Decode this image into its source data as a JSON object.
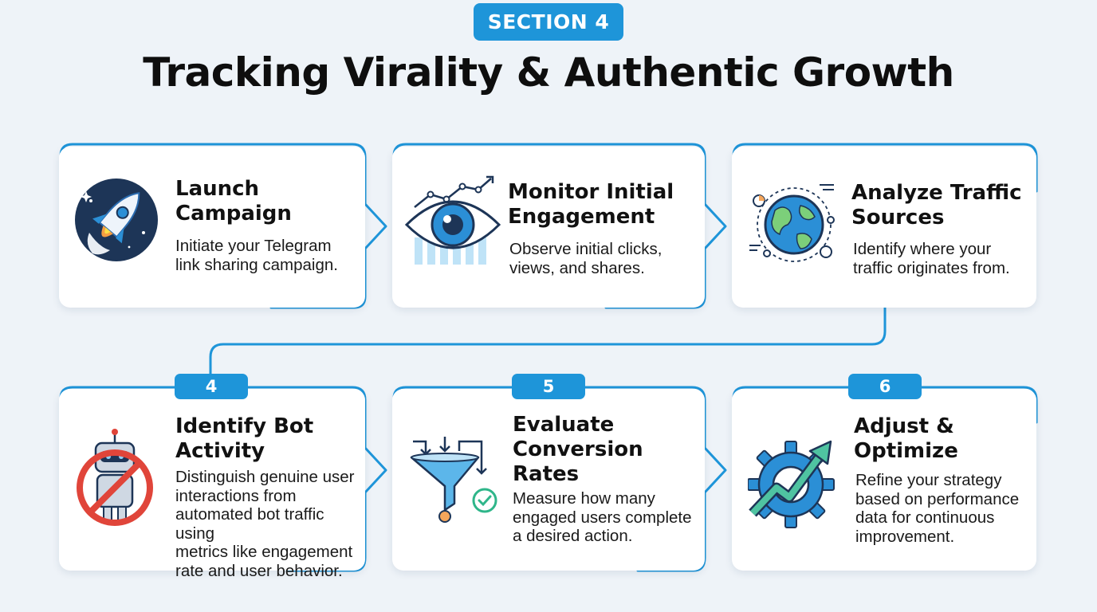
{
  "header": {
    "section_badge": "SECTION 4",
    "title": "Tracking Virality & Authentic Growth"
  },
  "colors": {
    "accent": "#1e95d9",
    "background": "#eef3f8",
    "card": "#ffffff",
    "stop_red": "#e0453a",
    "orange": "#f5a65b",
    "green": "#2fb68a"
  },
  "steps": [
    {
      "number": "",
      "title_lines": [
        "Launch",
        "Campaign"
      ],
      "description_lines": [
        "Initiate your Telegram",
        "link sharing campaign."
      ],
      "icon": "rocket-icon"
    },
    {
      "number": "",
      "title_lines": [
        "Monitor Initial",
        "Engagement"
      ],
      "description_lines": [
        "Observe initial clicks,",
        "views, and shares."
      ],
      "icon": "eye-chart-icon"
    },
    {
      "number": "",
      "title_lines": [
        "Analyze Traffic",
        "Sources"
      ],
      "description_lines": [
        "Identify where your",
        "traffic originates from."
      ],
      "icon": "globe-network-icon"
    },
    {
      "number": "4",
      "title_lines": [
        "Identify Bot",
        "Activity"
      ],
      "description_lines": [
        "Distinguish genuine user",
        "interactions from",
        "automated bot traffic using",
        "metrics like engagement",
        "rate and user behavior."
      ],
      "icon": "no-bot-icon"
    },
    {
      "number": "5",
      "title_lines": [
        "Evaluate",
        "Conversion",
        "Rates"
      ],
      "description_lines": [
        "Measure how many",
        "engaged users complete",
        "a desired action."
      ],
      "icon": "funnel-icon"
    },
    {
      "number": "6",
      "title_lines": [
        "Adjust &",
        "Optimize"
      ],
      "description_lines": [
        "Refine your strategy",
        "based on performance",
        "data for continuous",
        "improvement."
      ],
      "icon": "gear-growth-icon"
    }
  ]
}
